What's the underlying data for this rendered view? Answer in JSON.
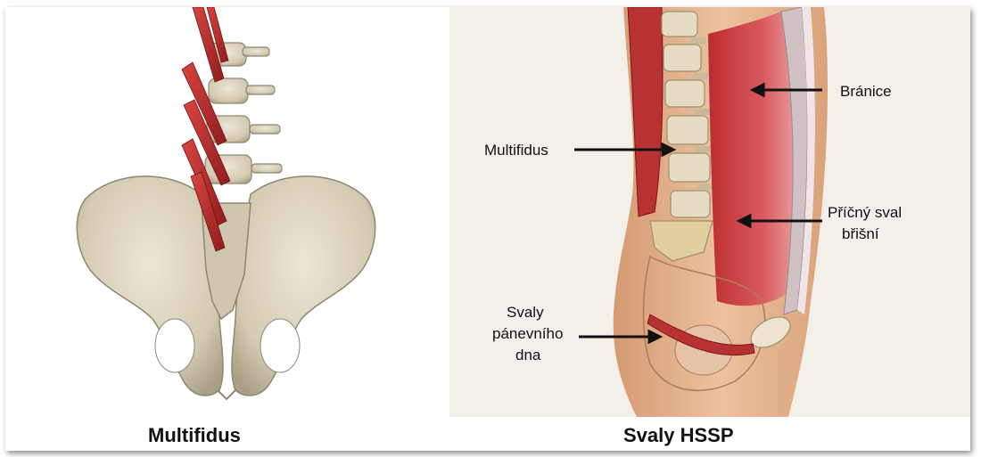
{
  "figure": {
    "left": {
      "caption": "Multifidus"
    },
    "right": {
      "caption": "Svaly HSSP",
      "labels": {
        "branice": "Bránice",
        "multifidus": "Multifidus",
        "pricny_line1": "Příčný sval",
        "pricny_line2": "břišní",
        "pan_line1": "Svaly",
        "pan_line2": "pánevního",
        "pan_line3": "dna"
      }
    }
  },
  "colors": {
    "bone": "#dcd5c2",
    "bone_shadow": "#a8a08a",
    "muscle": "#c9302f",
    "muscle_dark": "#8f1d1f",
    "skin": "#e6b58f",
    "skin_dark": "#c98d66",
    "background_right": "#f3efe9"
  }
}
